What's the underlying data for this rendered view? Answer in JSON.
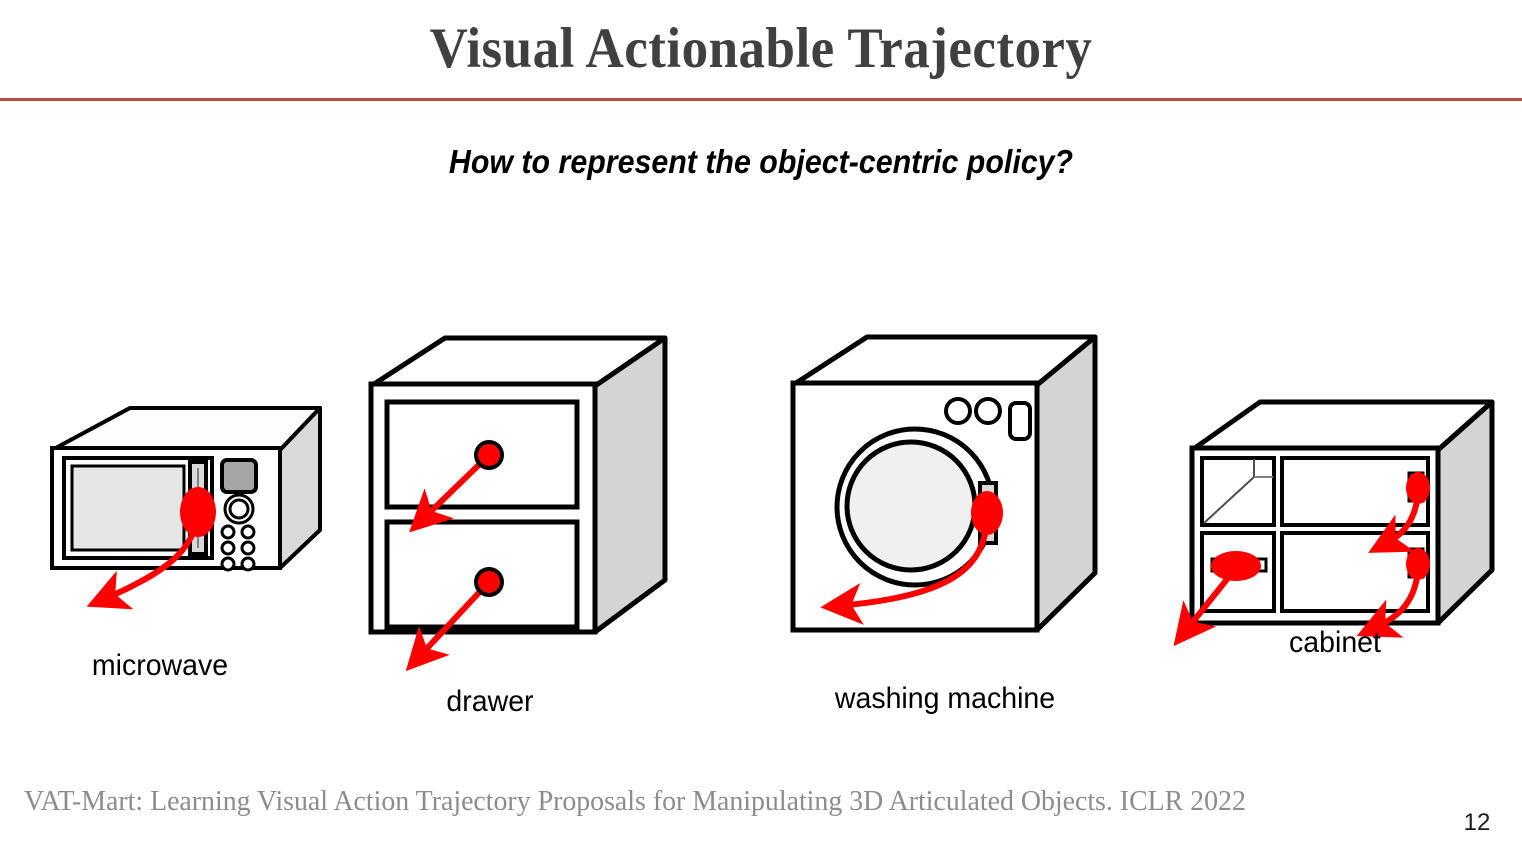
{
  "slide": {
    "title": "Visual Actionable Trajectory",
    "subtitle": "How to represent the object-centric policy?",
    "page_number": "12",
    "footer": "VAT-Mart: Learning Visual Action Trajectory Proposals for Manipulating 3D Articulated Objects. ICLR 2022",
    "accent_rule_color": "#BD4B43",
    "title_color": "#404040",
    "trajectory_color": "#FF0000",
    "object_shade_color": "#D9D9D9"
  },
  "objects": [
    {
      "id": "microwave",
      "label": "microwave",
      "interaction": "curved-pull-door-open",
      "contact_points": 1
    },
    {
      "id": "drawer",
      "label": "drawer",
      "interaction": "straight-pull-drawer-out",
      "contact_points": 2
    },
    {
      "id": "washing-machine",
      "label": "washing machine",
      "interaction": "curved-swing-door-open",
      "contact_points": 1
    },
    {
      "id": "cabinet",
      "label": "cabinet",
      "interaction": "mixed-pull-and-swing",
      "contact_points": 3
    }
  ]
}
